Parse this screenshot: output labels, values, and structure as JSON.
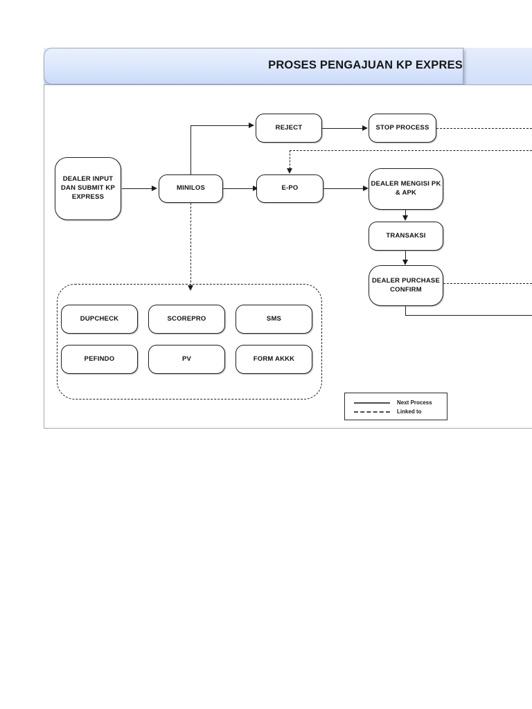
{
  "header": {
    "title": "PROSES PENGAJUAN KP EXPRES"
  },
  "flow": {
    "nodes": [
      {
        "id": "dealer-input",
        "label": "DEALER INPUT DAN SUBMIT KP EXPRESS"
      },
      {
        "id": "minilos",
        "label": "MINILOS"
      },
      {
        "id": "reject",
        "label": "REJECT"
      },
      {
        "id": "stop-process",
        "label": "STOP PROCESS"
      },
      {
        "id": "e-po",
        "label": "E-PO"
      },
      {
        "id": "dealer-mengisi-pk-apk",
        "label": "DEALER MENGISI PK & APK"
      },
      {
        "id": "transaksi",
        "label": "TRANSAKSI"
      },
      {
        "id": "dealer-purchase-confirm",
        "label": "DEALER PURCHASE CONFIRM"
      }
    ],
    "subprocess_group": {
      "items": [
        {
          "id": "dupcheck",
          "label": "DUPCHECK"
        },
        {
          "id": "scorepro",
          "label": "SCOREPRO"
        },
        {
          "id": "sms",
          "label": "SMS"
        },
        {
          "id": "pefindo",
          "label": "PEFINDO"
        },
        {
          "id": "pv",
          "label": "PV"
        },
        {
          "id": "form-akkk",
          "label": "FORM AKKK"
        }
      ]
    }
  },
  "legend": {
    "next_process": "Next Process",
    "linked_to": "Linked to"
  },
  "colors": {
    "banner_start": "#e9f0fd",
    "banner_end": "#c9daf8",
    "stroke": "#1c1c1c",
    "frame": "#a8a8a8"
  }
}
